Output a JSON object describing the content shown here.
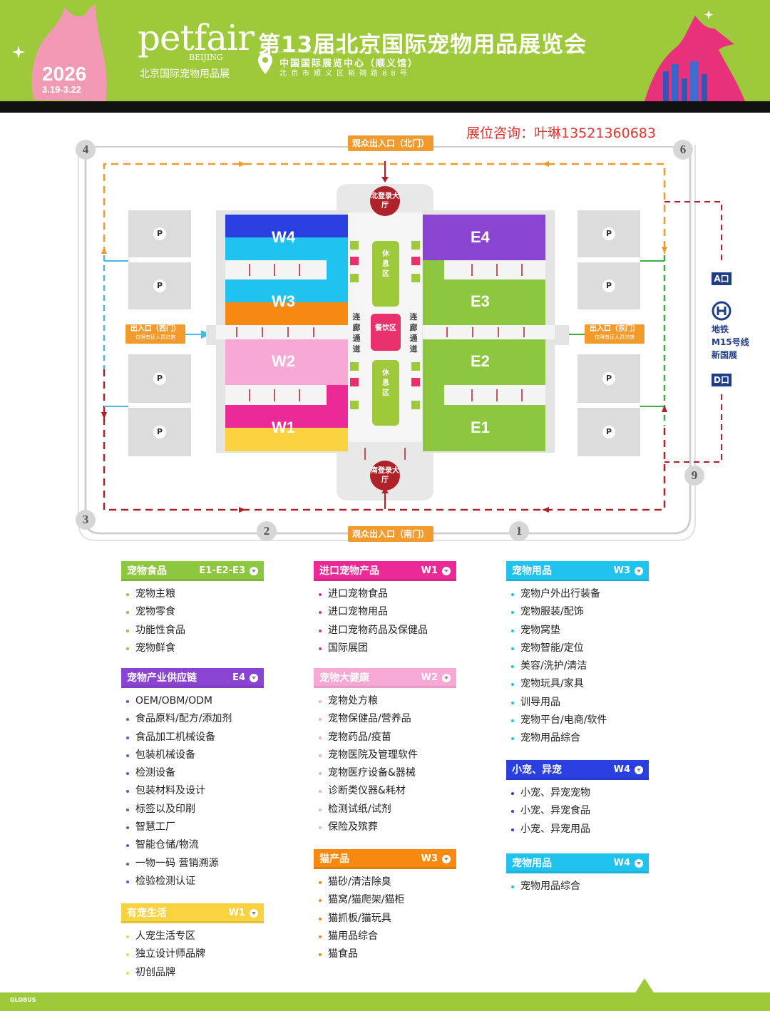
{
  "header": {
    "logo": "petfair",
    "logo_city": "BEIJING",
    "logo_sub": "北京国际宠物用品展",
    "year": "2026",
    "dates": "3.19-3.22",
    "title": "第13届北京国际宠物用品展览会",
    "venue": "中国国际展览中心（顺义馆）",
    "address": "北京市顺义区裕翔路88号"
  },
  "contact": "展位咨询：叶琳13521360683",
  "map": {
    "north_gate": "观众出入口（北门）",
    "south_gate": "观众出入口（南门）",
    "west_gate": {
      "line1": "出入口（西门）",
      "line2": "仅限有证人员进馆"
    },
    "east_gate": {
      "line1": "出入口（东门）",
      "line2": "仅限有证人员进馆"
    },
    "north_lobby": "北登录大厅",
    "south_lobby": "南登录大厅",
    "rest_area": "休息区",
    "dining": "餐饮区",
    "corridor": "连廊通道",
    "halls": [
      "W4",
      "W3",
      "W2",
      "W1",
      "E4",
      "E3",
      "E2",
      "E1"
    ],
    "parking_label": "P",
    "numbers": [
      "4",
      "6",
      "3",
      "2",
      "1",
      "9"
    ],
    "metro": {
      "a_exit": "A口",
      "d_exit": "D口",
      "line1": "地铁",
      "line2": "M15号线",
      "line3": "新国展"
    },
    "colors": {
      "w4_blue": "#2a3fe0",
      "w3_cyan": "#1fc3ee",
      "w3_orange": "#f6890f",
      "w2_pink": "#f7a8d4",
      "w1_magenta": "#ec2a97",
      "w1_yellow": "#f9d240",
      "e4_purple": "#8a44d1",
      "e_green": "#8dc63f",
      "lobby_red": "#b0222a"
    }
  },
  "legend": [
    {
      "title": "宠物食品",
      "zone": "E1-E2-E3",
      "color": "#8dc63f",
      "items": [
        "宠物主粮",
        "宠物零食",
        "功能性食品",
        "宠物鲜食"
      ]
    },
    {
      "title": "宠物产业供应链",
      "zone": "E4",
      "color": "#8a44d1",
      "items": [
        "OEM/OBM/ODM",
        "食品原料/配方/添加剂",
        "食品加工机械设备",
        "包装机械设备",
        "检测设备",
        "包装材料及设计",
        "标签以及印刷",
        "智慧工厂",
        "智能仓储/物流",
        "一物一码 营销溯源",
        "检验检测认证"
      ]
    },
    {
      "title": "有宠生活",
      "zone": "W1",
      "color": "#f9d240",
      "items": [
        "人宠生活专区",
        "独立设计师品牌",
        "初创品牌"
      ]
    },
    {
      "title": "进口宠物产品",
      "zone": "W1",
      "color": "#ec2a97",
      "items": [
        "进口宠物食品",
        "进口宠物用品",
        "进口宠物药品及保健品",
        "国际展团"
      ]
    },
    {
      "title": "宠物大健康",
      "zone": "W2",
      "color": "#f7a8d4",
      "items": [
        "宠物处方粮",
        "宠物保健品/营养品",
        "宠物药品/疫苗",
        "宠物医院及管理软件",
        "宠物医疗设备&器械",
        "诊断类仪器&耗材",
        "检测试纸/试剂",
        "保险及殡葬"
      ]
    },
    {
      "title": "猫产品",
      "zone": "W3",
      "color": "#f6890f",
      "items": [
        "猫砂/清洁除臭",
        "猫窝/猫爬架/猫柜",
        "猫抓板/猫玩具",
        "猫用品综合",
        "猫食品"
      ]
    },
    {
      "title": "宠物用品",
      "zone": "W3",
      "color": "#1fc3ee",
      "items": [
        "宠物户外出行装备",
        "宠物服装/配饰",
        "宠物窝垫",
        "宠物智能/定位",
        "美容/洗护/清洁",
        "宠物玩具/家具",
        "训导用品",
        "宠物平台/电商/软件",
        "宠物用品综合"
      ]
    },
    {
      "title": "小宠、异宠",
      "zone": "W4",
      "color": "#2a3fe0",
      "items": [
        "小宠、异宠宠物",
        "小宠、异宠食品",
        "小宠、异宠用品"
      ]
    },
    {
      "title": "宠物用品",
      "zone": "W4",
      "color": "#1fc3ee",
      "items": [
        "宠物用品综合"
      ]
    }
  ],
  "footer_logo": "GLOBUS"
}
